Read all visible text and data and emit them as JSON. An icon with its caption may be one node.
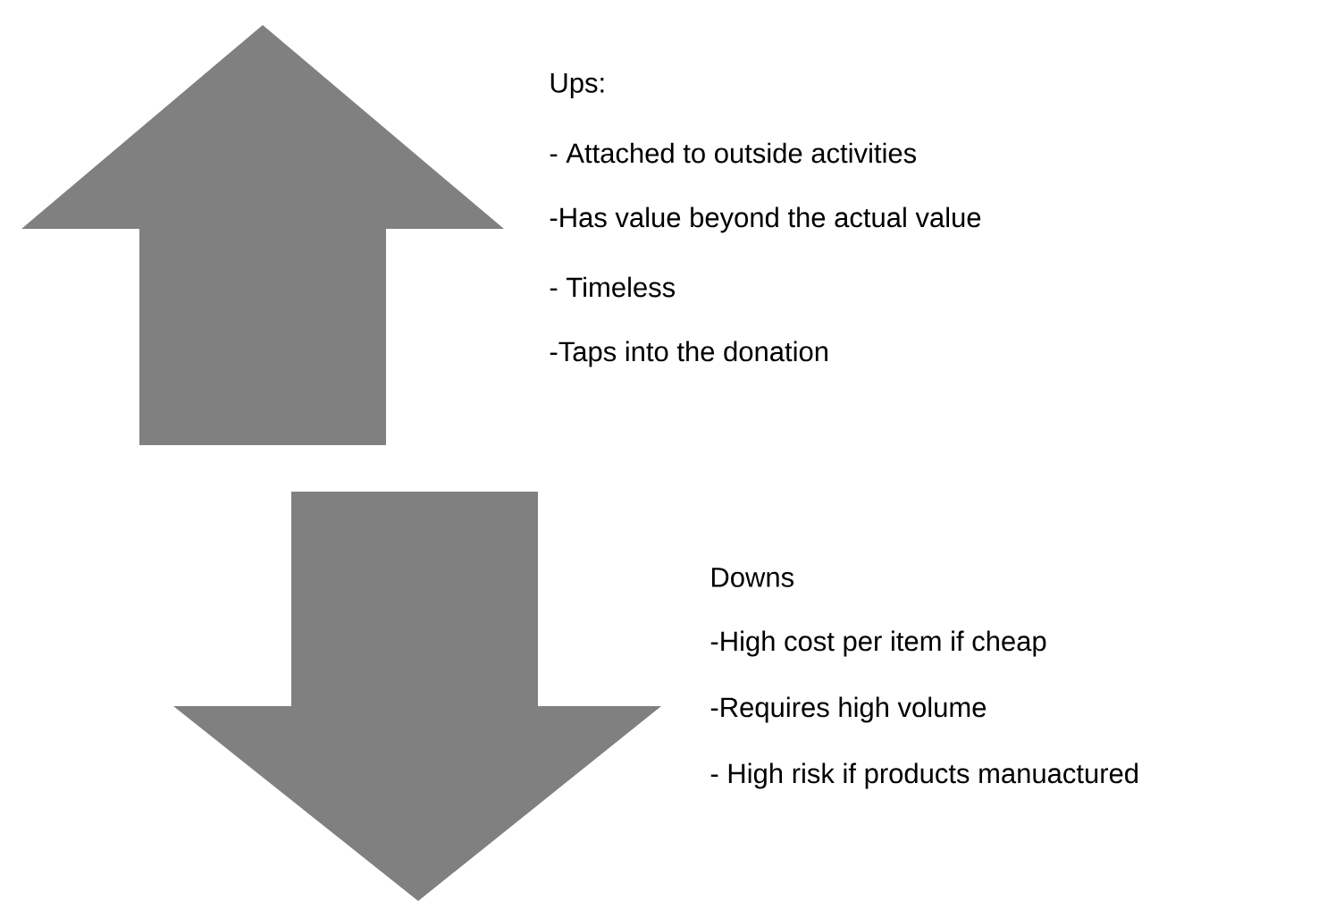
{
  "diagram": {
    "labels": [
      "Ups:",
      "- Attached to outside activities",
      "-Has value beyond the actual value",
      "- Timeless",
      "-Taps into the donation",
      "Downs",
      "-High cost per item if cheap",
      "-Requires high volume",
      "- High risk if products manuactured"
    ]
  }
}
